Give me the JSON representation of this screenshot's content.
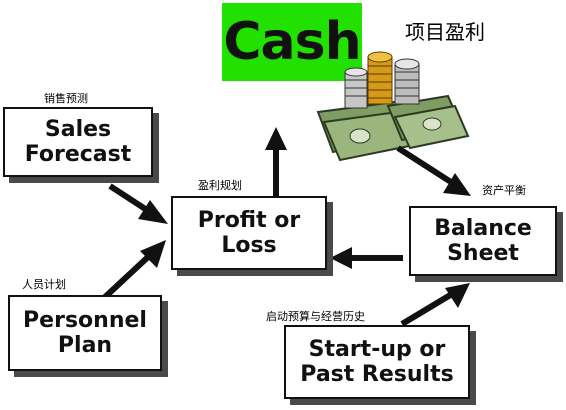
{
  "cash": {
    "label": "Cash",
    "caption": "项目盈利"
  },
  "boxes": {
    "sales": {
      "line1": "Sales",
      "line2": "Forecast",
      "caption": "销售预测"
    },
    "profit": {
      "line1": "Profit or",
      "line2": "Loss",
      "caption": "盈利规划"
    },
    "balance": {
      "line1": "Balance",
      "line2": "Sheet",
      "caption": "资产平衡"
    },
    "personnel": {
      "line1": "Personnel",
      "line2": "Plan",
      "caption": "人员计划"
    },
    "startup": {
      "line1": "Start-up or",
      "line2": "Past Results",
      "caption": "启动预算与经营历史"
    }
  },
  "colors": {
    "cash_bg": "#22e000",
    "money_green": "#8ea86f",
    "coin_gold": "#e0a520",
    "coin_silver": "#b8b8b8"
  }
}
